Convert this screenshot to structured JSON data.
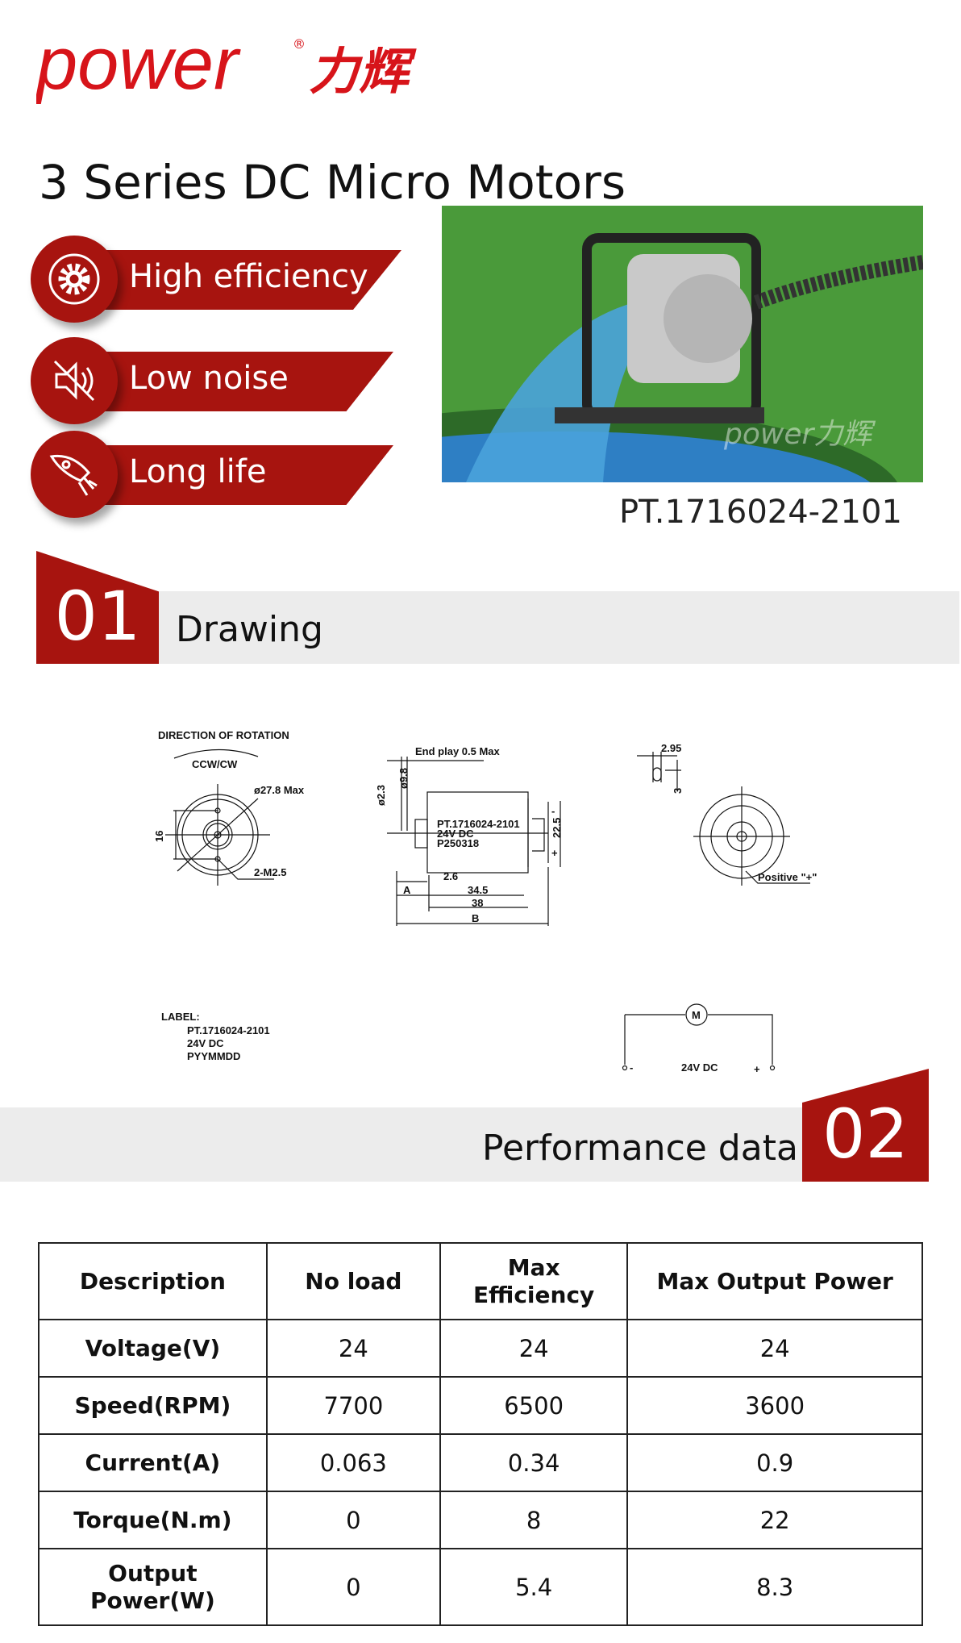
{
  "brand": {
    "logo_text": "power",
    "logo_cn": "力辉",
    "registered": "®",
    "color": "#d7141a"
  },
  "title": "3 Series DC Micro Motors",
  "features": [
    {
      "label": "High efficiency",
      "icon": "gear-icon"
    },
    {
      "label": "Low noise",
      "icon": "mute-speaker-icon"
    },
    {
      "label": "Long life",
      "icon": "rocket-icon"
    }
  ],
  "photo": {
    "watermark": "power力辉"
  },
  "part_number": "PT.1716024-2101",
  "section1": {
    "number": "01",
    "title": "Drawing"
  },
  "drawing": {
    "direction": "DIRECTION OF ROTATION",
    "ccw_cw": "CCW/CW",
    "dia_max": "ø27.8 Max",
    "dim_16": "16",
    "screws": "2-M2.5",
    "end_play": "End play 0.5 Max",
    "d23": "ø2.3",
    "d98": "ø9.8",
    "body_label": [
      "PT.1716024-2101",
      "24V DC",
      "P250318"
    ],
    "minus": "-",
    "plus": "+",
    "dim_225": "22.5",
    "dim_26": "2.6",
    "dim_A": "A",
    "dim_345": "34.5",
    "dim_38": "38",
    "dim_B": "B",
    "dim_295": "2.95",
    "dim_3": "3",
    "positive": "Positive \"+\"",
    "label_title": "LABEL:",
    "label_lines": [
      "PT.1716024-2101",
      "24V DC",
      "PYYMMDD"
    ],
    "circuit_m": "M",
    "circuit_v": "24V DC"
  },
  "section2": {
    "number": "02",
    "title": "Performance data"
  },
  "table": {
    "headers": [
      "Description",
      "No load",
      "Max Efficiency",
      "Max Output Power"
    ],
    "rows": [
      [
        "Voltage(V)",
        "24",
        "24",
        "24"
      ],
      [
        "Speed(RPM)",
        "7700",
        "6500",
        "3600"
      ],
      [
        "Current(A)",
        "0.063",
        "0.34",
        "0.9"
      ],
      [
        "Torque(N.m)",
        "0",
        "8",
        "22"
      ],
      [
        "Output Power(W)",
        "0",
        "5.4",
        "8.3"
      ]
    ]
  }
}
